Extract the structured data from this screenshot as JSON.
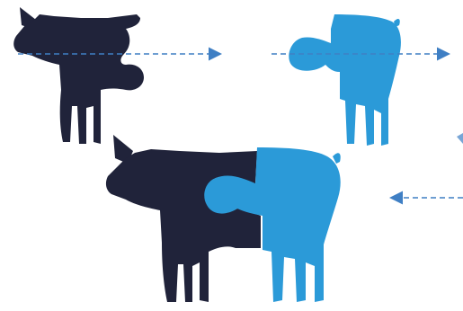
{
  "colors": {
    "background": "#ffffff",
    "front_half": "#20233a",
    "back_half": "#2b9ad8",
    "arrow": "#3f7fc4"
  },
  "figures": [
    {
      "name": "front-half-pig",
      "color_key": "front_half"
    },
    {
      "name": "back-half-pig",
      "color_key": "back_half"
    },
    {
      "name": "assembled-pig",
      "color_key": "front_half"
    }
  ],
  "arrows": [
    {
      "name": "top-arrow-left",
      "direction": "right"
    },
    {
      "name": "top-arrow-right",
      "direction": "right"
    },
    {
      "name": "bottom-arrow",
      "direction": "left"
    }
  ]
}
